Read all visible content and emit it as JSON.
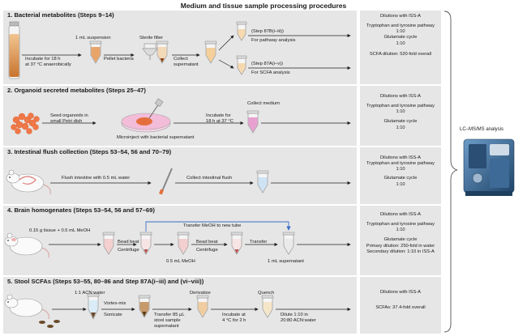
{
  "title": "Medium and tissue sample processing procedures",
  "right_label": "LC–MS/MS analysis",
  "sections": [
    {
      "title": "1. Bacterial metabolites (Steps 9–14)",
      "labels": {
        "incubate": "Incubate for 18 h\nat 37 °C anaerobically",
        "suspension": "1 mL suspension",
        "pellet": "Pellet bacteria",
        "filter": "Sterile filter",
        "collect": "Collect\nsupernatant",
        "step_a": "(Step 87B(i–iii))",
        "for_a": "For pathway analysis",
        "step_b": "(Step 87A(i–v))",
        "for_b": "For SCFA analysis"
      },
      "right": [
        "Dilutions with ISS-A",
        "",
        "Tryptophan and tyrosine pathway",
        "1:10",
        "Glutamate cycle",
        "1:10",
        "SCFA dilution: 520-fold overall"
      ]
    },
    {
      "title": "2. Organoid secreted metabolites (Steps 25–47)",
      "labels": {
        "seed": "Seed organoids in\nsmall Petri dish",
        "microinject": "Microinject with bacterial supernatant",
        "incubate": "Incubate for\n18 h at 37 °C",
        "collect": "Collect medium"
      },
      "right": [
        "Dilutions with ISS-A",
        "",
        "Tryptophan and tyrosine pathway",
        "1:10",
        "",
        "Glutamate cycle",
        "1:10"
      ]
    },
    {
      "title": "3. Intestinal flush collection (Steps 53–54, 56 and 70–79)",
      "labels": {
        "flush": "Flush intestine with 0.5 mL water",
        "collect": "Collect intestinal flush"
      },
      "right": [
        "Dilutions with ISS-A",
        "Tryptophan and tyrosine pathway",
        "1:10",
        "Glutamate cycle",
        "1:10"
      ]
    },
    {
      "title": "4. Brain homogenates (Steps 53–54, 56 and 57–69)",
      "labels": {
        "tissue": "0.15 g tissue + 0.5 mL MeOH",
        "beadbeat1": "Bead beat",
        "centrifuge1": "Centrifuge",
        "transfer_meoh": "Transfer MeOH to new tube",
        "beadbeat2": "Bead beat",
        "centrifuge2": "Centrifuge",
        "meoh": "0.5 mL MeOH",
        "transfer": "Transfer",
        "supernatant": "1 mL supernatant"
      },
      "right": [
        "Dilutions with ISS-A",
        "",
        "Tryptophan and tyrosine pathway",
        "1:10",
        "",
        "Glutamate cycle",
        "Primary dilution: 250-fold in water",
        "Secondary dilution: 1:10 in ISS-A"
      ]
    },
    {
      "title": "5. Stool SCFAs (Steps 53–55, 80–86 and Step 87A(i–iii) and (vi–viii))",
      "labels": {
        "acn": "1:1 ACN:water",
        "vortex": "Vortex-mix",
        "sonicate": "Sonicate",
        "transfer": "Transfer 85 µL\nstool sample\nsupernatant",
        "derivatize": "Derivatize",
        "incubate": "Incubate at\n4 °C for 2 h",
        "quench": "Quench",
        "dilute": "Dilute 1:10 in\n20:80 ACN:water"
      },
      "right": [
        "Dilutions with ISS-A",
        "",
        "SCFAs: 37.4-fold overall"
      ]
    }
  ],
  "colors": {
    "band": "#e6e6e6",
    "medium": "#e8a066",
    "pellet": "#c86a2c",
    "organoid": "#f07848",
    "pink": "#e8a0d0",
    "blue_arrow": "#3a6ec8",
    "stool": "#6b4a2a",
    "instrument": "#2d5c8c"
  }
}
